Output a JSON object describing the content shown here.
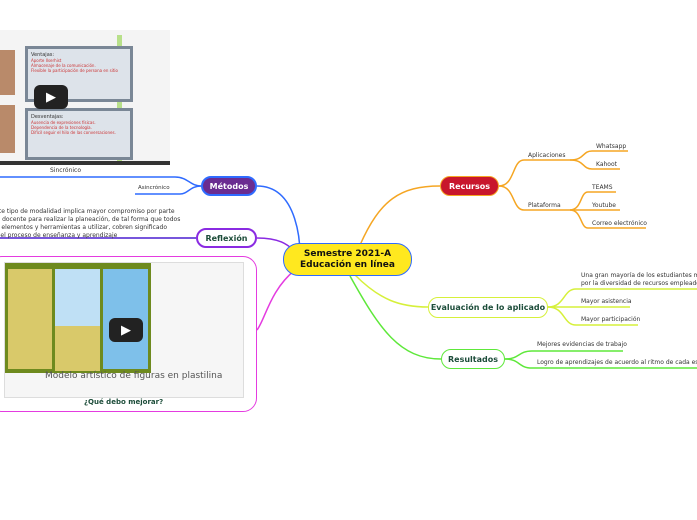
{
  "central": {
    "line1": "Semestre 2021-A",
    "line2": "Educación en línea"
  },
  "metodos": {
    "label": "Métodos",
    "children": [
      "Sincrónico",
      "Asincrónico"
    ],
    "video": {
      "ventajas_title": "Ventajas:",
      "ventajas": [
        "Aporte Ilserhist",
        "Almacenaje de la comunicación.",
        "Flexible la participación de persona en sitio"
      ],
      "desventajas_title": "Desventajas:",
      "desventajas": [
        "Ausencia de expresiones físicas.",
        "Dependencia de la tecnología.",
        "Difícil seguir el hilo de las conversaciones."
      ]
    }
  },
  "reflexion": {
    "label": "Reflexión",
    "text": [
      "Este tipo de modalidad implica mayor compromiso por parte",
      "del docente para realizar la planeación, de tal forma que todos",
      "los elementos y herramientas a utilizar, cobren significado",
      "en el proceso de enseñanza y aprendizaje"
    ],
    "video_caption": "Modelo artístico de figuras en plastilina",
    "question": "¿Qué debo mejorar?"
  },
  "recursos": {
    "label": "Recursos",
    "groups": [
      {
        "label": "Aplicaciones",
        "items": [
          "Whatsapp",
          "Kahoot"
        ]
      },
      {
        "label": "Plataforma",
        "items": [
          "TEAMS",
          "Youtube",
          "Correo electrónico"
        ]
      }
    ]
  },
  "evaluacion": {
    "label": "Evaluación de lo aplicado",
    "items": [
      "Una gran mayoría de los estudiantes most",
      "por la diversidad de recursos empleados",
      "Mayor asistencia",
      "Mayor participación"
    ]
  },
  "resultados": {
    "label": "Resultados",
    "items": [
      "Mejores evidencias de trabajo",
      "Logro de aprendizajes de acuerdo al ritmo de cada estudi"
    ]
  },
  "colors": {
    "central": "#ffe81f",
    "metodos": "#6a2c91",
    "metodos_line": "#2f6bff",
    "reflexion": "#8a2be2",
    "recursos": "#c8162c",
    "recursos_line": "#f5a623",
    "evaluacion": "#d6f03a",
    "resultados": "#5ee83a",
    "video_frame": "#e43be0"
  }
}
